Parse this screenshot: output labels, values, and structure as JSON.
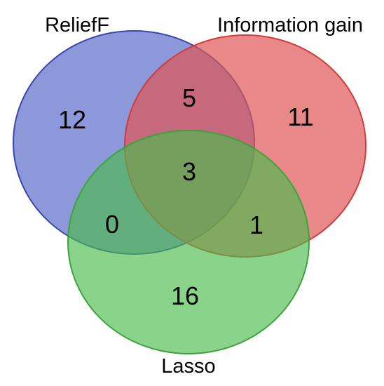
{
  "sets": {
    "relieff": {
      "label": "ReliefF",
      "fill": "#5b6cc9",
      "stroke": "#3a47a8"
    },
    "information_gain": {
      "label": "Information gain",
      "fill": "#e05656",
      "stroke": "#d03c3c"
    },
    "lasso": {
      "label": "Lasso",
      "fill": "#4cbc4c",
      "stroke": "#3aa43a"
    }
  },
  "regions": {
    "relieff_only": "12",
    "information_gain_only": "11",
    "lasso_only": "16",
    "relieff_and_information_gain": "5",
    "relieff_and_lasso": "0",
    "information_gain_and_lasso": "1",
    "all_three": "3"
  }
}
